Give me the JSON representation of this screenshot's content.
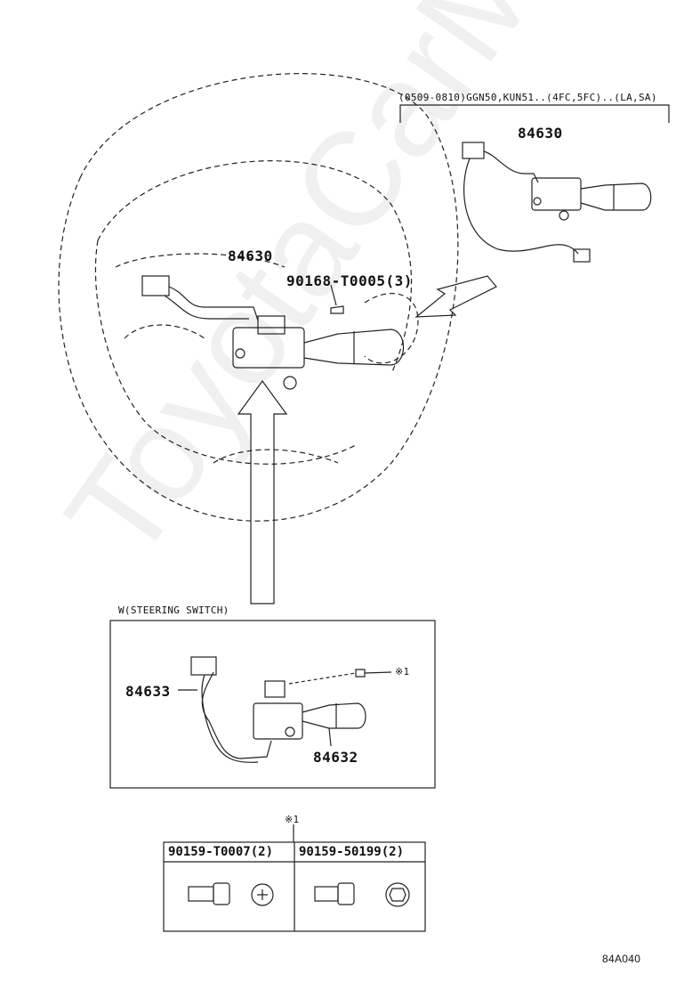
{
  "header_note": "(0509-0810)GGN50,KUN51..(4FC,5FC)..(LA,SA)",
  "labels": {
    "top_right_part": "84630",
    "main_part": "84630",
    "screw_part": "90168-T0005(3)",
    "inset_title": "W(STEERING SWITCH)",
    "inset_wire": "84633",
    "inset_switch": "84632",
    "inset_ref": "※1",
    "table_ref": "※1"
  },
  "table": {
    "col1": "90159-T0007(2)",
    "col2": "90159-50199(2)"
  },
  "diagram_code": "84A040",
  "watermark": "ToyotaCarMine.ru"
}
